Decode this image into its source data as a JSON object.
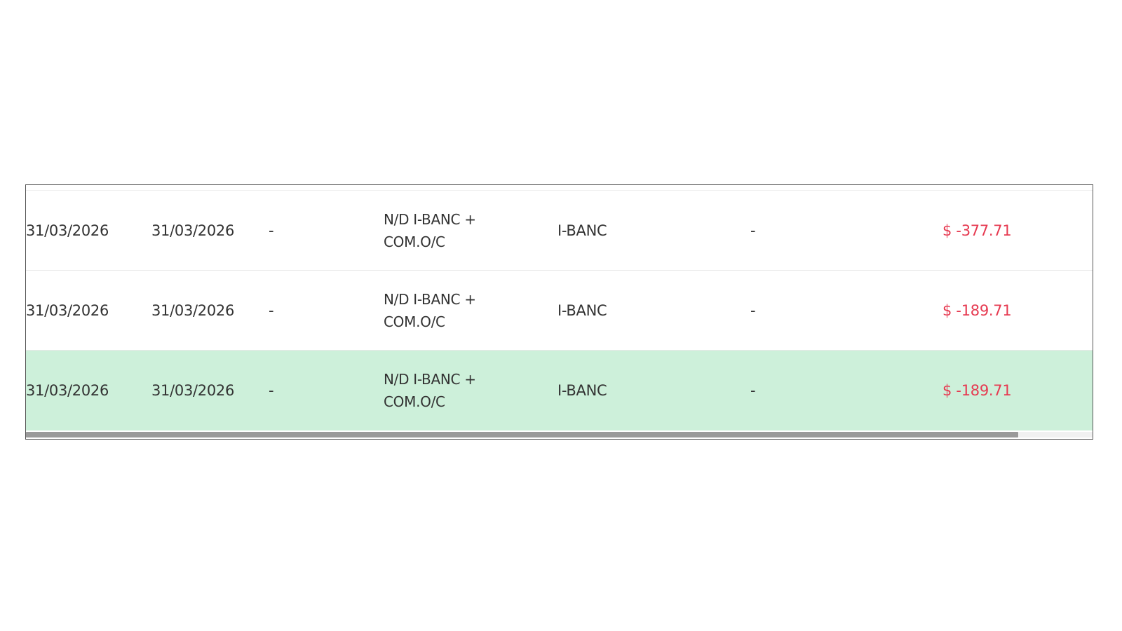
{
  "table": {
    "rows": [
      {
        "date_1": "31/03/2026",
        "date_2": "31/03/2026",
        "reference": "-",
        "description": "N/D I-BANC + COM.O/C",
        "channel": "I-BANC",
        "detail": "-",
        "amount": "$ -377.71",
        "selected": false
      },
      {
        "date_1": "31/03/2026",
        "date_2": "31/03/2026",
        "reference": "-",
        "description": "N/D I-BANC + COM.O/C",
        "channel": "I-BANC",
        "detail": "-",
        "amount": "$ -189.71",
        "selected": false
      },
      {
        "date_1": "31/03/2026",
        "date_2": "31/03/2026",
        "reference": "-",
        "description": "N/D I-BANC + COM.O/C",
        "channel": "I-BANC",
        "detail": "-",
        "amount": "$ -189.71",
        "selected": true
      }
    ]
  },
  "colors": {
    "negative_amount": "#e63950",
    "selected_row": "#cdf0da"
  },
  "scrollbar": {
    "horizontal_visible_fraction": 0.93
  }
}
